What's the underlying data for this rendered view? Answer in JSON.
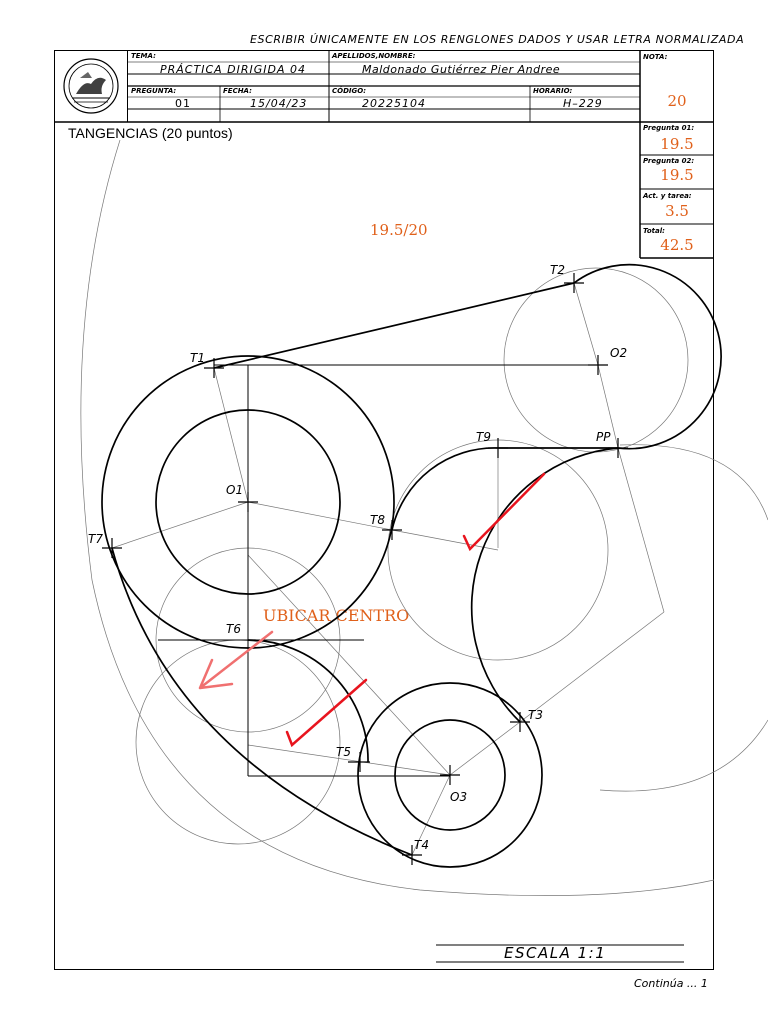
{
  "header_instruction": "ESCRIBIR ÚNICAMENTE EN LOS RENGLONES DADOS Y USAR LETRA NORMALIZADA",
  "form": {
    "tema_label": "TEMA:",
    "tema": "PRÁCTICA DIRIGIDA 04",
    "apellidos_label": "APELLIDOS,NOMBRE:",
    "apellidos": "Maldonado Gutiérrez Pier Andree",
    "nota_label": "NOTA:",
    "nota": "20",
    "pregunta_label": "PREGUNTA:",
    "pregunta": "01",
    "fecha_label": "FECHA:",
    "fecha": "15/04/23",
    "codigo_label": "CÓDIGO:",
    "codigo": "20225104",
    "horario_label": "HORARIO:",
    "horario": "H–229"
  },
  "side_grades": [
    {
      "label": "Pregunta 01:",
      "value": "19.5"
    },
    {
      "label": "Pregunta 02:",
      "value": "19.5"
    },
    {
      "label": "Act. y tarea:",
      "value": "3.5"
    },
    {
      "label": "Total:",
      "value": "42.5"
    }
  ],
  "title": "TANGENCIAS (20 puntos)",
  "score_note": "19.5/20",
  "annotation": "UBICAR CENTRO",
  "points": {
    "T1": "T1",
    "T2": "T2",
    "O2": "O2",
    "T9": "T9",
    "PP": "PP",
    "O1": "O1",
    "T8": "T8",
    "T7": "T7",
    "T6": "T6",
    "T3": "T3",
    "T5": "T5",
    "O3": "O3",
    "T4": "T4"
  },
  "scale": "ESCALA  1:1",
  "footer": "Continúa ...  1",
  "colors": {
    "grade": "#e0601a",
    "check": "#e8141e",
    "arrow": "#f07070"
  }
}
